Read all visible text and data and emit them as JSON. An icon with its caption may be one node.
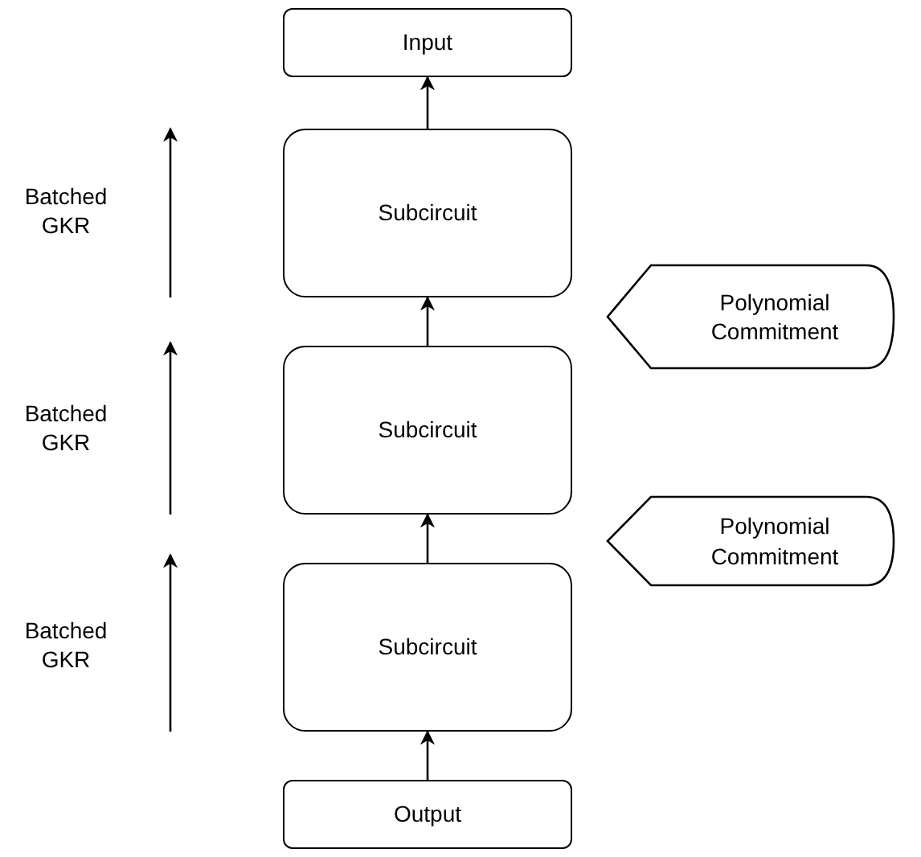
{
  "diagram": {
    "nodes": [
      {
        "text": [
          "Input"
        ]
      },
      {
        "text": [
          "Subcircuit"
        ]
      },
      {
        "text": [
          "Polynomial Commitment"
        ]
      },
      {
        "text": [
          "Subcircuit"
        ]
      },
      {
        "text": [
          "Polynomial Commitment"
        ]
      },
      {
        "text": [
          "Subcircuit"
        ]
      },
      {
        "text": [
          "Output"
        ]
      }
    ],
    "edges": [
      {
        "from": 6,
        "to": 5,
        "arrow": "to"
      },
      {
        "from": 5,
        "to": 3,
        "arrow": "to"
      },
      {
        "from": 3,
        "to": 1,
        "arrow": "to"
      },
      {
        "from": 1,
        "to": 0,
        "arrow": "to"
      }
    ],
    "labels": [
      "Batched GKR",
      "Batched GKR",
      "Batched GKR"
    ]
  }
}
